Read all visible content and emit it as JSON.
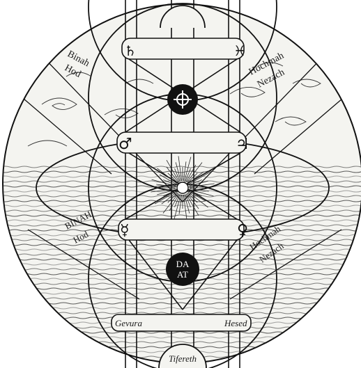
{
  "labels": {
    "binah_upper": "Binah",
    "hod_upper": "Hod",
    "chochmah_upper": "Hochmah",
    "nezach_upper": "Nezach",
    "binah_lower": "BINAH",
    "hod_lower": "Hod",
    "chochmah_lower": "Hochmah",
    "nezach_lower": "Nezach",
    "gevura": "Gevura",
    "hesed": "Hesed",
    "tifereth": "Tifereth",
    "daat_line1": "DA",
    "daat_line2": "AT"
  },
  "planets": {
    "top_left": "♄",
    "top_right": "♓",
    "mid_left": "♂",
    "mid_right": "♃",
    "low_left": "☿",
    "low_right": "♀",
    "cross": "⊕"
  }
}
